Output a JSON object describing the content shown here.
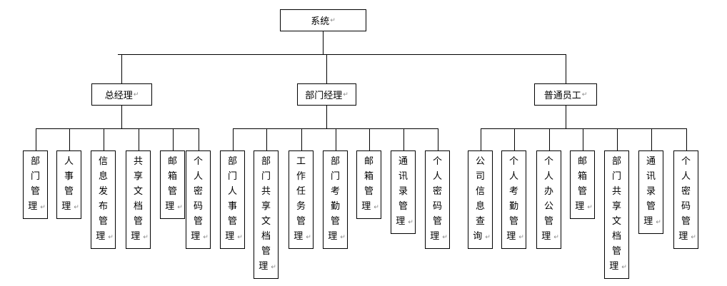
{
  "root": {
    "label": "系统"
  },
  "branches": [
    {
      "label": "总经理",
      "children": [
        "部门管理",
        "人事管理",
        "信息发布管理",
        "共享文档管理",
        "邮箱管理",
        "个人密码管理"
      ]
    },
    {
      "label": "部门经理",
      "children": [
        "部门人事管理",
        "部门共享文档管理",
        "工作任务管理",
        "部门考勤管理",
        "邮箱管理",
        "通讯录管理",
        "个人密码管理"
      ]
    },
    {
      "label": "普通员工",
      "children": [
        "公司信息查询",
        "个人考勤管理",
        "个人办公管理",
        "邮箱管理",
        "部门共享文档管理",
        "通讯录管理",
        "个人密码管理"
      ]
    }
  ],
  "paragraph_mark": "↵"
}
